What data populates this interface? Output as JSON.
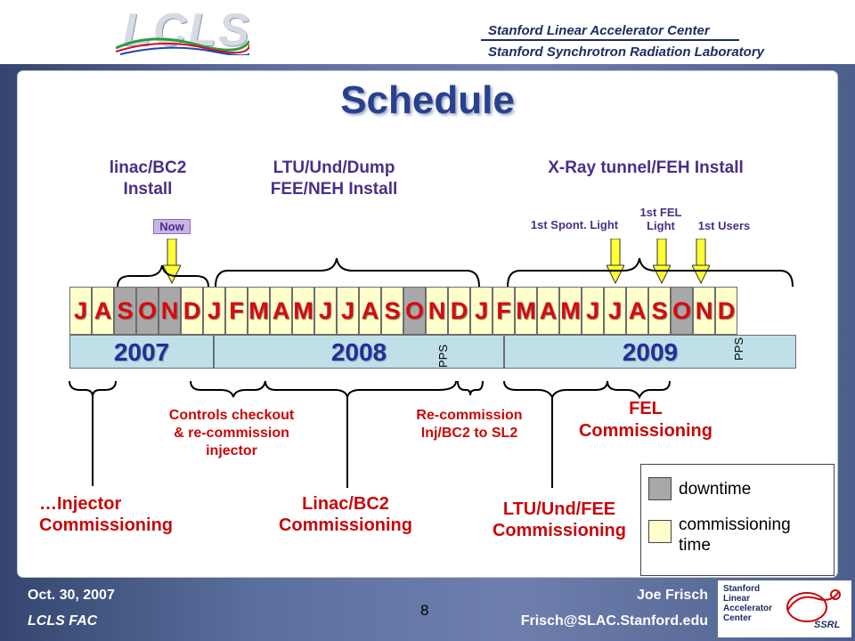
{
  "header": {
    "logo_text": "LCLS",
    "org_line1": "Stanford Linear Accelerator Center",
    "org_line2": "Stanford Synchrotron Radiation Laboratory"
  },
  "title": "Schedule",
  "phases": [
    {
      "line1": "linac/BC2",
      "line2": "Install"
    },
    {
      "line1": "LTU/Und/Dump",
      "line2": "FEE/NEH Install"
    },
    {
      "line1": "X-Ray tunnel/FEH Install",
      "line2": ""
    }
  ],
  "events": {
    "now": "Now",
    "spont": "1st Spont. Light",
    "fel_line1": "1st FEL",
    "fel_line2": "Light",
    "users": "1st Users"
  },
  "months": [
    {
      "l": "J",
      "s": "comm"
    },
    {
      "l": "A",
      "s": "comm"
    },
    {
      "l": "S",
      "s": "down"
    },
    {
      "l": "O",
      "s": "down"
    },
    {
      "l": "N",
      "s": "down"
    },
    {
      "l": "D",
      "s": "comm"
    },
    {
      "l": "J",
      "s": "comm"
    },
    {
      "l": "F",
      "s": "comm"
    },
    {
      "l": "M",
      "s": "comm"
    },
    {
      "l": "A",
      "s": "comm"
    },
    {
      "l": "M",
      "s": "comm"
    },
    {
      "l": "J",
      "s": "comm"
    },
    {
      "l": "J",
      "s": "comm"
    },
    {
      "l": "A",
      "s": "comm"
    },
    {
      "l": "S",
      "s": "comm"
    },
    {
      "l": "O",
      "s": "down"
    },
    {
      "l": "N",
      "s": "comm"
    },
    {
      "l": "D",
      "s": "comm"
    },
    {
      "l": "J",
      "s": "comm"
    },
    {
      "l": "F",
      "s": "comm"
    },
    {
      "l": "M",
      "s": "comm"
    },
    {
      "l": "A",
      "s": "comm"
    },
    {
      "l": "M",
      "s": "comm"
    },
    {
      "l": "J",
      "s": "comm"
    },
    {
      "l": "J",
      "s": "comm"
    },
    {
      "l": "A",
      "s": "comm"
    },
    {
      "l": "S",
      "s": "comm"
    },
    {
      "l": "O",
      "s": "down"
    },
    {
      "l": "N",
      "s": "comm"
    },
    {
      "l": "D",
      "s": "comm"
    }
  ],
  "years": [
    "2007",
    "2008",
    "2009"
  ],
  "pps": "PPS",
  "bottom_labels": {
    "injector_l1": "…Injector",
    "injector_l2": "Commissioning",
    "controls_l1": "Controls checkout",
    "controls_l2": "& re-commission",
    "controls_l3": "injector",
    "linac_l1": "Linac/BC2",
    "linac_l2": "Commissioning",
    "recomm_l1": "Re-commission",
    "recomm_l2": "Inj/BC2 to SL2",
    "fel_l1": "FEL",
    "fel_l2": "Commissioning",
    "ltu_l1": "LTU/Und/FEE",
    "ltu_l2": "Commissioning"
  },
  "legend": {
    "downtime": "downtime",
    "comm_line1": "commissioning",
    "comm_line2": "time",
    "downtime_color": "#a8a8a8",
    "comm_color": "#ffffcc"
  },
  "footer": {
    "date": "Oct. 30, 2007",
    "event": "LCLS FAC",
    "author": "Joe Frisch",
    "email": "Frisch@SLAC.Stanford.edu",
    "slide_number": "8",
    "logo_l1": "Stanford",
    "logo_l2": "Linear",
    "logo_l3": "Accelerator",
    "logo_l4": "Center",
    "ssrl": "SSRL"
  }
}
